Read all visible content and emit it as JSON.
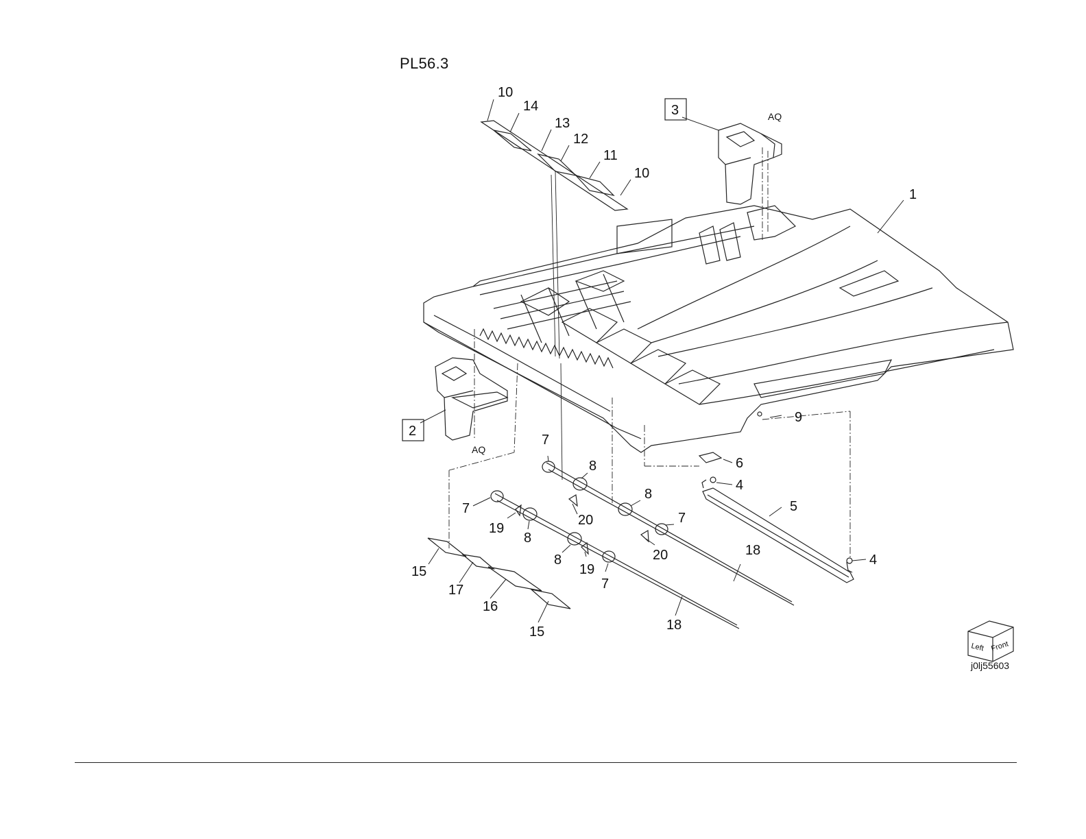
{
  "plate_id": "PL56.3",
  "image_id": "j0lj55603",
  "boxed_callouts": [
    {
      "number": "3"
    },
    {
      "number": "2"
    }
  ],
  "connector_labels": [
    "AQ",
    "AQ"
  ],
  "callouts": [
    "10",
    "14",
    "13",
    "12",
    "11",
    "10",
    "1",
    "9",
    "6",
    "4",
    "5",
    "4",
    "7",
    "8",
    "8",
    "7",
    "7",
    "19",
    "20",
    "8",
    "8",
    "19",
    "7",
    "20",
    "18",
    "18",
    "15",
    "17",
    "16",
    "15"
  ],
  "orientation_cube": {
    "left_label": "Left",
    "front_label": "Front"
  }
}
